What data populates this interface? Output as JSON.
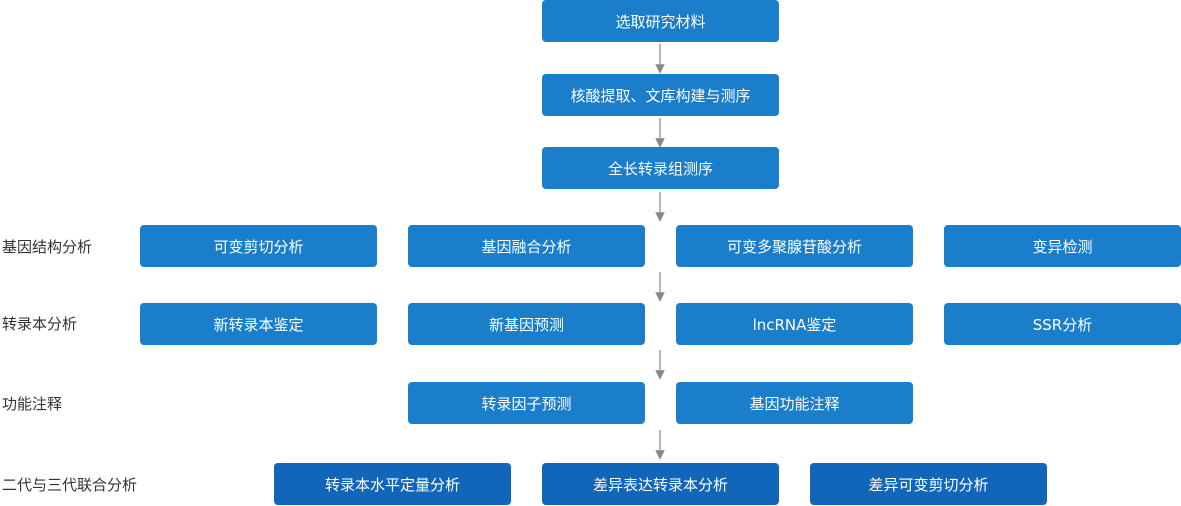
{
  "flow": {
    "step1": "选取研究材料",
    "step2": "核酸提取、文库构建与测序",
    "step3": "全长转录组测序"
  },
  "rows": {
    "gene_structure": {
      "label": "基因结构分析",
      "items": [
        "可变剪切分析",
        "基因融合分析",
        "可变多聚腺苷酸分析",
        "变异检测"
      ]
    },
    "transcript": {
      "label": "转录本分析",
      "items": [
        "新转录本鉴定",
        "新基因预测",
        "lncRNA鉴定",
        "SSR分析"
      ]
    },
    "function": {
      "label": "功能注释",
      "items": [
        "转录因子预测",
        "基因功能注释"
      ]
    },
    "combined": {
      "label": "二代与三代联合分析",
      "items": [
        "转录本水平定量分析",
        "差异表达转录本分析",
        "差异可变剪切分析"
      ]
    }
  },
  "colors": {
    "box_primary": "#1a7ecb",
    "box_dark": "#1266ba",
    "arrow": "#888888",
    "label_text": "#333333"
  }
}
